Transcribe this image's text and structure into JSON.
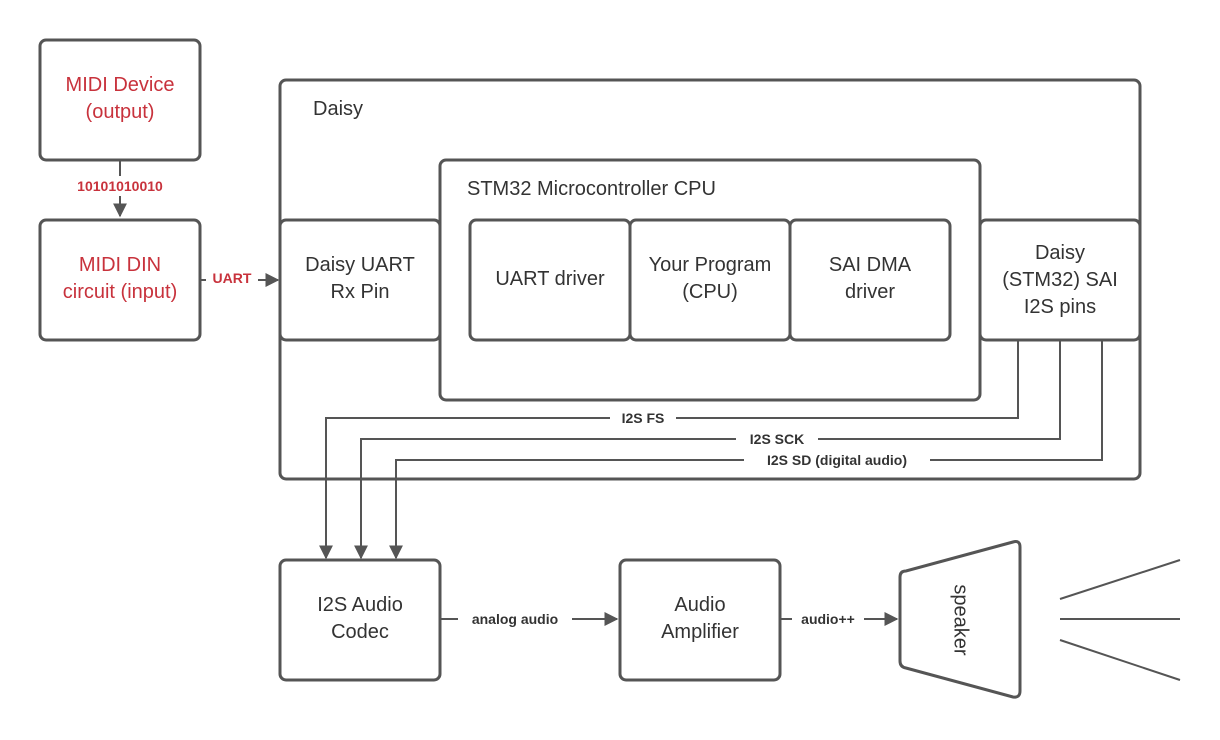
{
  "nodes": {
    "midi_device": [
      "MIDI Device",
      "(output)"
    ],
    "midi_din": [
      "MIDI DIN",
      "circuit (input)"
    ],
    "daisy": "Daisy",
    "stm32": "STM32 Microcontroller CPU",
    "uart_rx": [
      "Daisy UART",
      "Rx Pin"
    ],
    "uart_driver": [
      "UART driver"
    ],
    "your_program": [
      "Your Program",
      "(CPU)"
    ],
    "sai_dma": [
      "SAI DMA",
      "driver"
    ],
    "sai_pins": [
      "Daisy",
      "(STM32) SAI",
      "I2S pins"
    ],
    "codec": [
      "I2S Audio",
      "Codec"
    ],
    "amplifier": [
      "Audio",
      "Amplifier"
    ],
    "speaker": "speaker"
  },
  "edges": {
    "midi_bits": "10101010010",
    "uart": "UART",
    "i2s_fs": "I2S FS",
    "i2s_sck": "I2S SCK",
    "i2s_sd": "I2S SD (digital audio)",
    "analog_audio": "analog audio",
    "audio_amp": "audio++"
  },
  "colors": {
    "stroke": "#555555",
    "text": "#333333",
    "accent_red": "#c8323c"
  }
}
